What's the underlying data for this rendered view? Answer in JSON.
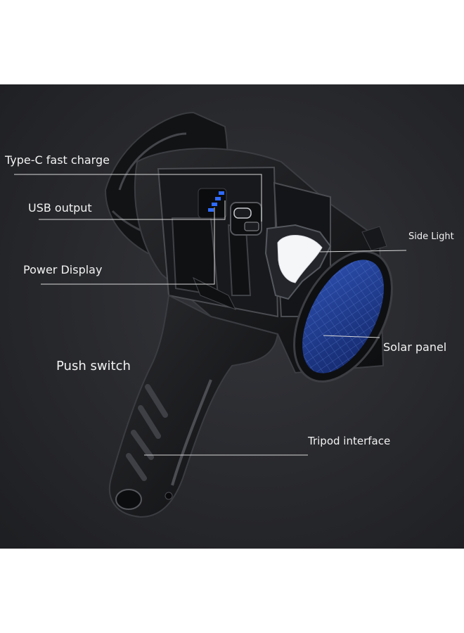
{
  "colors": {
    "background": "#2a2b2e",
    "body": "#151618",
    "solar_panel": "#1f3a8c",
    "indicator": "#2f6bff",
    "side_light": "#f4f6f8",
    "callout_line": "#d8d8d8"
  },
  "labels": {
    "type_c": "Type-C fast charge",
    "usb_output": "USB output",
    "power_display": "Power Display",
    "push_switch": "Push switch",
    "side_light": "Side Light",
    "solar_panel": "Solar panel",
    "tripod_interface": "Tripod interface"
  },
  "power_display_level": 4
}
